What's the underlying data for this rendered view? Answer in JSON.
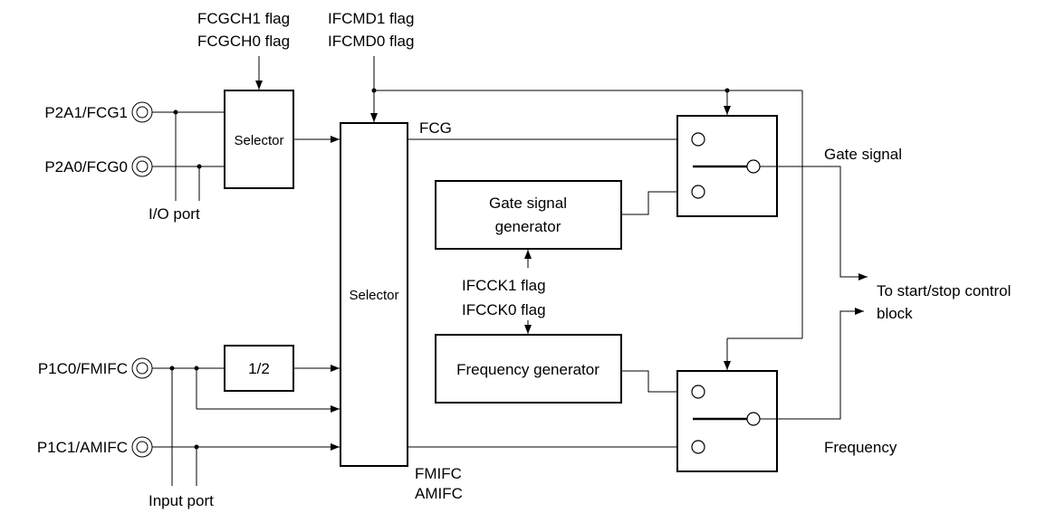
{
  "pins": {
    "p2a1": "P2A1/FCG1",
    "p2a0": "P2A0/FCG0",
    "p1c0": "P1C0/FMIFC",
    "p1c1": "P1C1/AMIFC"
  },
  "port_labels": {
    "io": "I/O port",
    "input": "Input port"
  },
  "flags": {
    "fcgch1": "FCGCH1 flag",
    "fcgch0": "FCGCH0 flag",
    "ifcmd1": "IFCMD1 flag",
    "ifcmd0": "IFCMD0 flag",
    "ifcck1": "IFCCK1 flag",
    "ifcck0": "IFCCK0 flag"
  },
  "blocks": {
    "selector_small": "Selector",
    "selector_main": "Selector",
    "divider": "1/2",
    "gate_gen_line1": "Gate signal",
    "gate_gen_line2": "generator",
    "freq_gen": "Frequency generator"
  },
  "signals": {
    "fcg": "FCG",
    "fmifc": "FMIFC",
    "amifc": "AMIFC",
    "gate_signal": "Gate signal",
    "frequency": "Frequency",
    "to_control_line1": "To start/stop control",
    "to_control_line2": "block"
  }
}
